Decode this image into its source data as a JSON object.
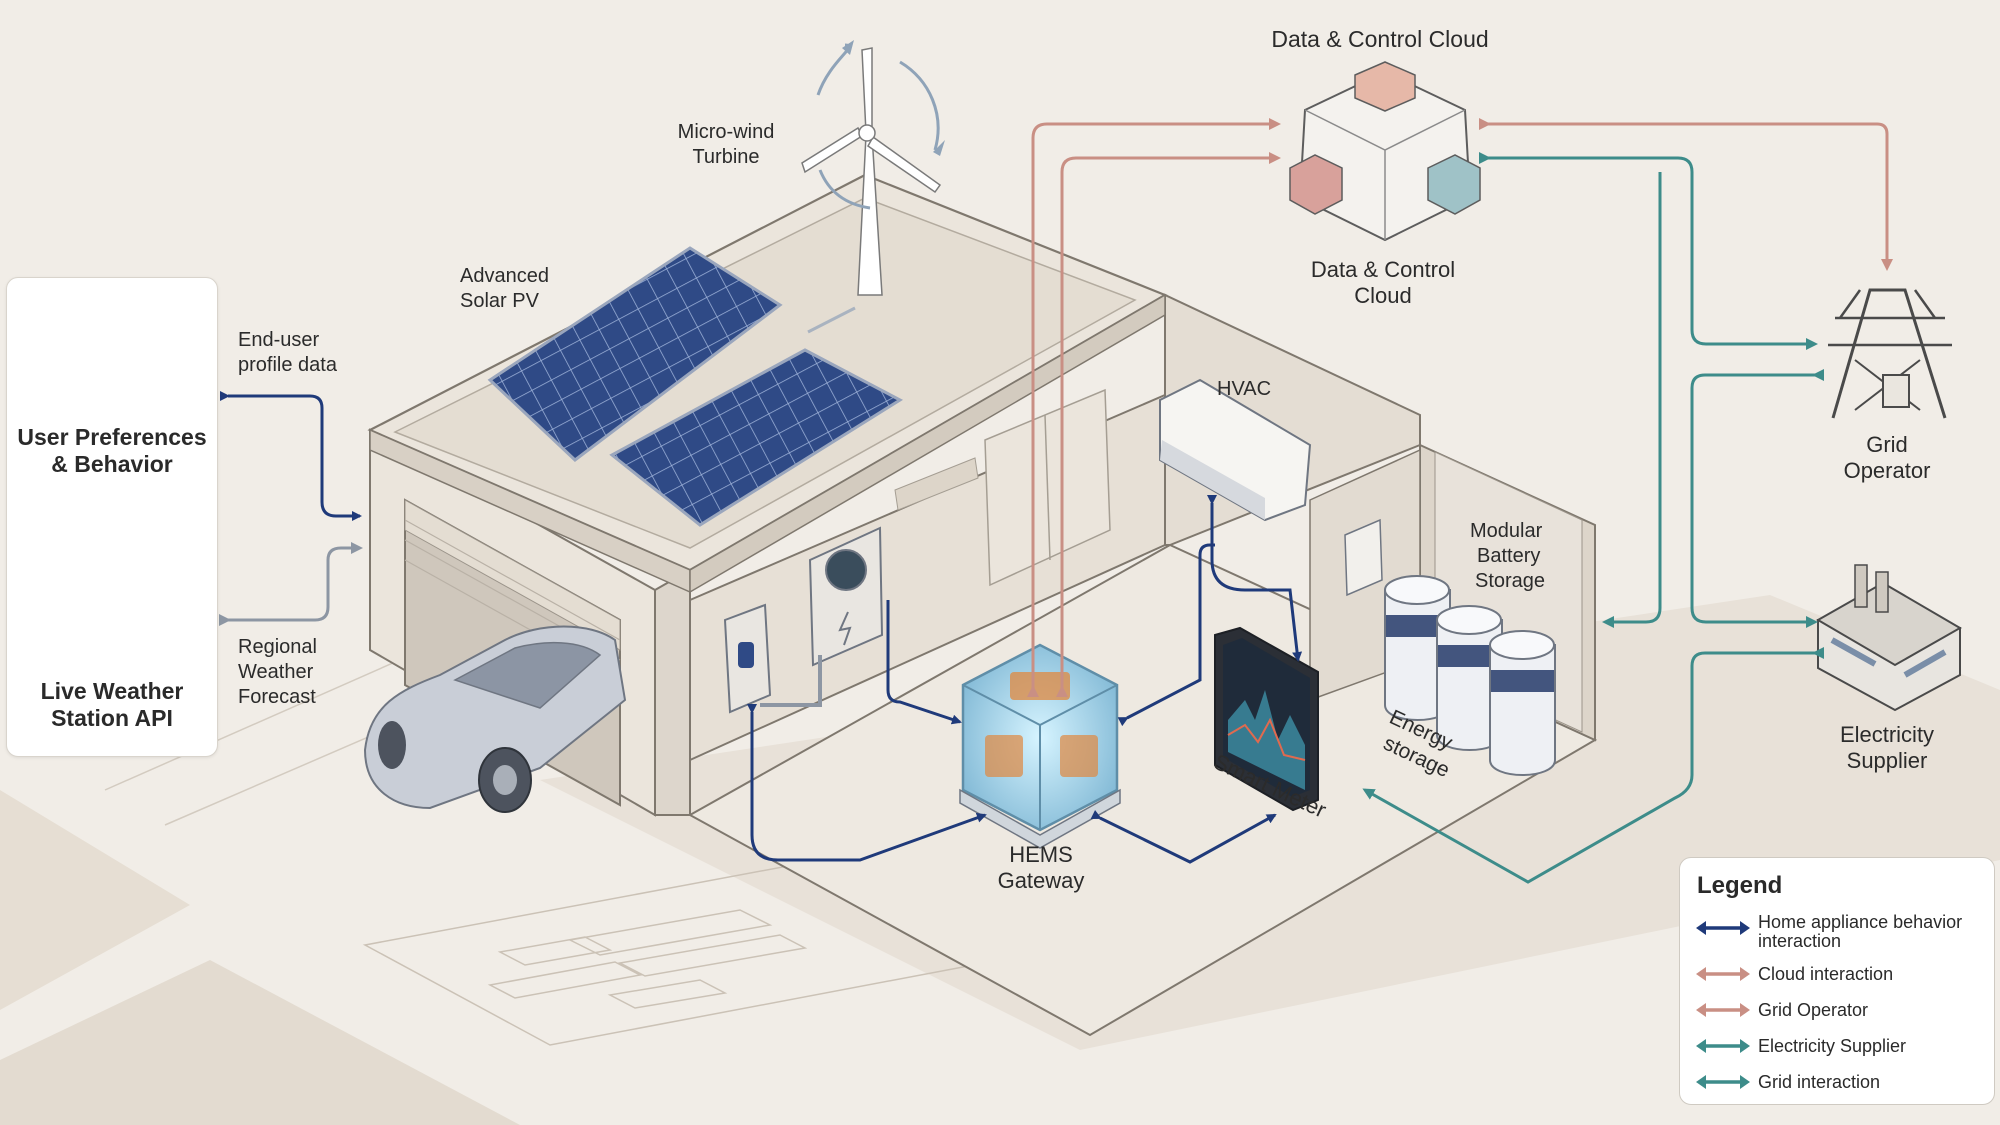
{
  "diagram": {
    "top_cloud_title": "Data & Control Cloud",
    "cloud_label": "Data & Control Cloud",
    "micro_wind_label": "Micro-wind Turbine",
    "solar_label": "Advanced Solar PV",
    "enduser_label": "End-user profile data",
    "weather_forecast_label": "Regional Weather Forecast",
    "hvac_label": "HVAC",
    "battery_label": "Modular Battery Storage",
    "energy_storage_label": "Energy storage",
    "smart_meter_label": "Smart Meter",
    "hems_label": "HEMS Gateway",
    "grid_operator_label": "Grid Operator",
    "electricity_supplier_label": "Electricity Supplier"
  },
  "inputs_panel": {
    "user_prefs_label": "User Preferences & Behavior",
    "weather_api_label": "Live Weather Station API"
  },
  "legend": {
    "title": "Legend",
    "items": [
      {
        "label": "Home appliance behavior interaction",
        "color": "#1f3a7a"
      },
      {
        "label": "Cloud interaction",
        "color": "#c98f84"
      },
      {
        "label": "Grid Operator",
        "color": "#c98f84"
      },
      {
        "label": "Electricity Supplier",
        "color": "#3d8c8a"
      },
      {
        "label": "Grid  interaction",
        "color": "#3d8c8a"
      }
    ]
  },
  "colors": {
    "home_flow": "#1f3a7a",
    "cloud_flow": "#c98f84",
    "grid_flow": "#3d8c8a",
    "input_flow": "#8d96a3"
  }
}
